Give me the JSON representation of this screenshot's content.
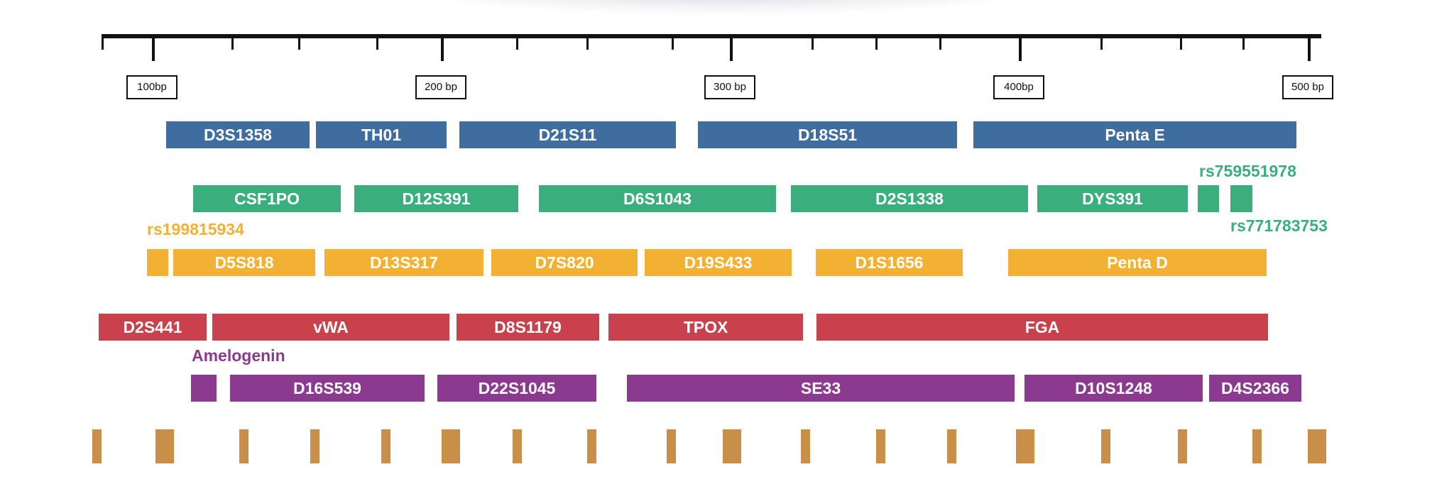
{
  "colors": {
    "blue": "#3f6d9e",
    "green": "#3aaf7d",
    "orange": "#f2b132",
    "red": "#c9414a",
    "purple": "#8b3a8f",
    "marker": "#c98e48"
  },
  "axis": {
    "labels": [
      "100bp",
      "200 bp",
      "300 bp",
      "400bp",
      "500 bp"
    ]
  },
  "rows": {
    "blue": [
      "D3S1358",
      "TH01",
      "D21S11",
      "D18S51",
      "Penta E"
    ],
    "green": [
      "CSF1PO",
      "D12S391",
      "D6S1043",
      "D2S1338",
      "DYS391",
      "",
      ""
    ],
    "orange": [
      "",
      "D5S818",
      "D13S317",
      "D7S820",
      "D19S433",
      "D1S1656",
      "Penta D"
    ],
    "red": [
      "D2S441",
      "vWA",
      "D8S1179",
      "TPOX",
      "FGA"
    ],
    "purple": [
      "",
      "D16S539",
      "D22S1045",
      "SE33",
      "D10S1248",
      "D4S2366"
    ]
  },
  "snp_labels": {
    "rs759551978": "rs759551978",
    "rs771783753": "rs771783753",
    "rs199815934": "rs199815934",
    "amelogenin": "Amelogenin"
  }
}
